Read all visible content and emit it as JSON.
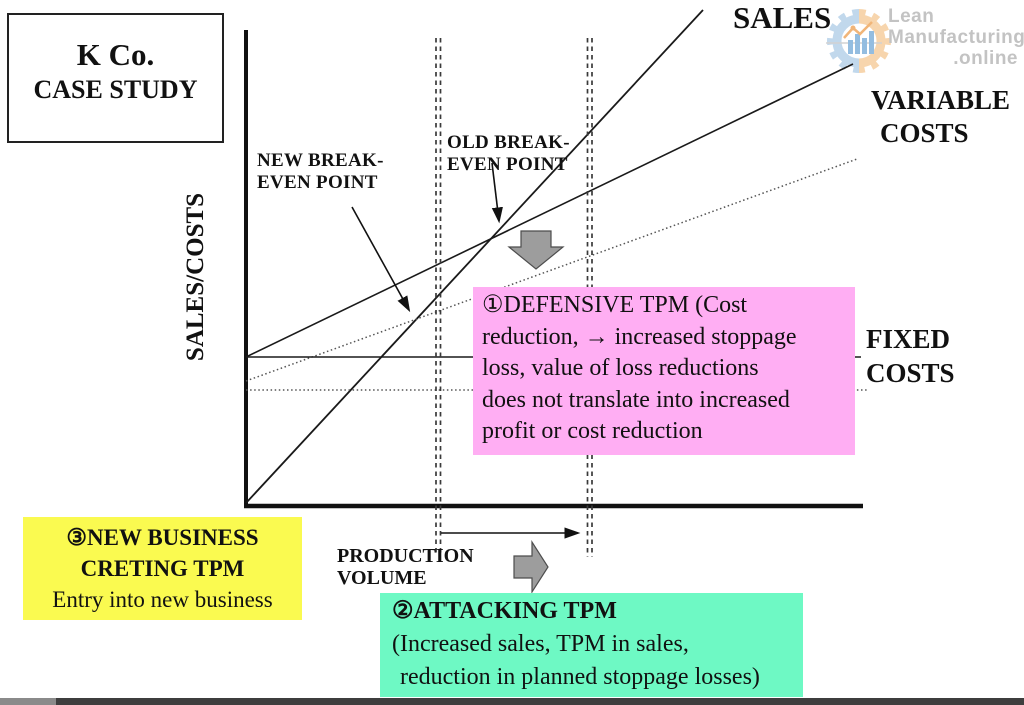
{
  "case_box": {
    "title": "K Co.",
    "subtitle": "CASE STUDY"
  },
  "axes": {
    "y_label": "SALES/COSTS",
    "x_label_line1": "PRODUCTION",
    "x_label_line2": "VOLUME"
  },
  "curve_labels": {
    "sales": "SALES",
    "variable_line1": "VARIABLE",
    "variable_line2": "COSTS",
    "fixed_line1": "FIXED",
    "fixed_line2": "COSTS"
  },
  "break_even": {
    "new_line1": "NEW BREAK-",
    "new_line2": "EVEN POINT",
    "old_line1": "OLD BREAK-",
    "old_line2": "EVEN POINT"
  },
  "tpm_boxes": {
    "defensive": {
      "bg": "#ffaef3",
      "line1": "①DEFENSIVE TPM (Cost",
      "line2": "reduction, → increased stoppage",
      "line3": "loss, value of loss reductions",
      "line4": "does not translate into increased",
      "line5": "profit or cost reduction"
    },
    "attacking": {
      "bg": "#6ef9c4",
      "line1": "②ATTACKING TPM",
      "line2": "(Increased sales, TPM in sales,",
      "line3": "reduction in planned stoppage losses)"
    },
    "new_business": {
      "bg": "#fafa50",
      "line1": "③NEW BUSINESS",
      "line2": "CRETING TPM",
      "line3": "Entry into new business"
    }
  },
  "watermark": {
    "icon": "gear-chart-icon",
    "line1": "Lean",
    "line2": "Manufacturing",
    "line3": ".online",
    "color": "#c3c3c3"
  }
}
